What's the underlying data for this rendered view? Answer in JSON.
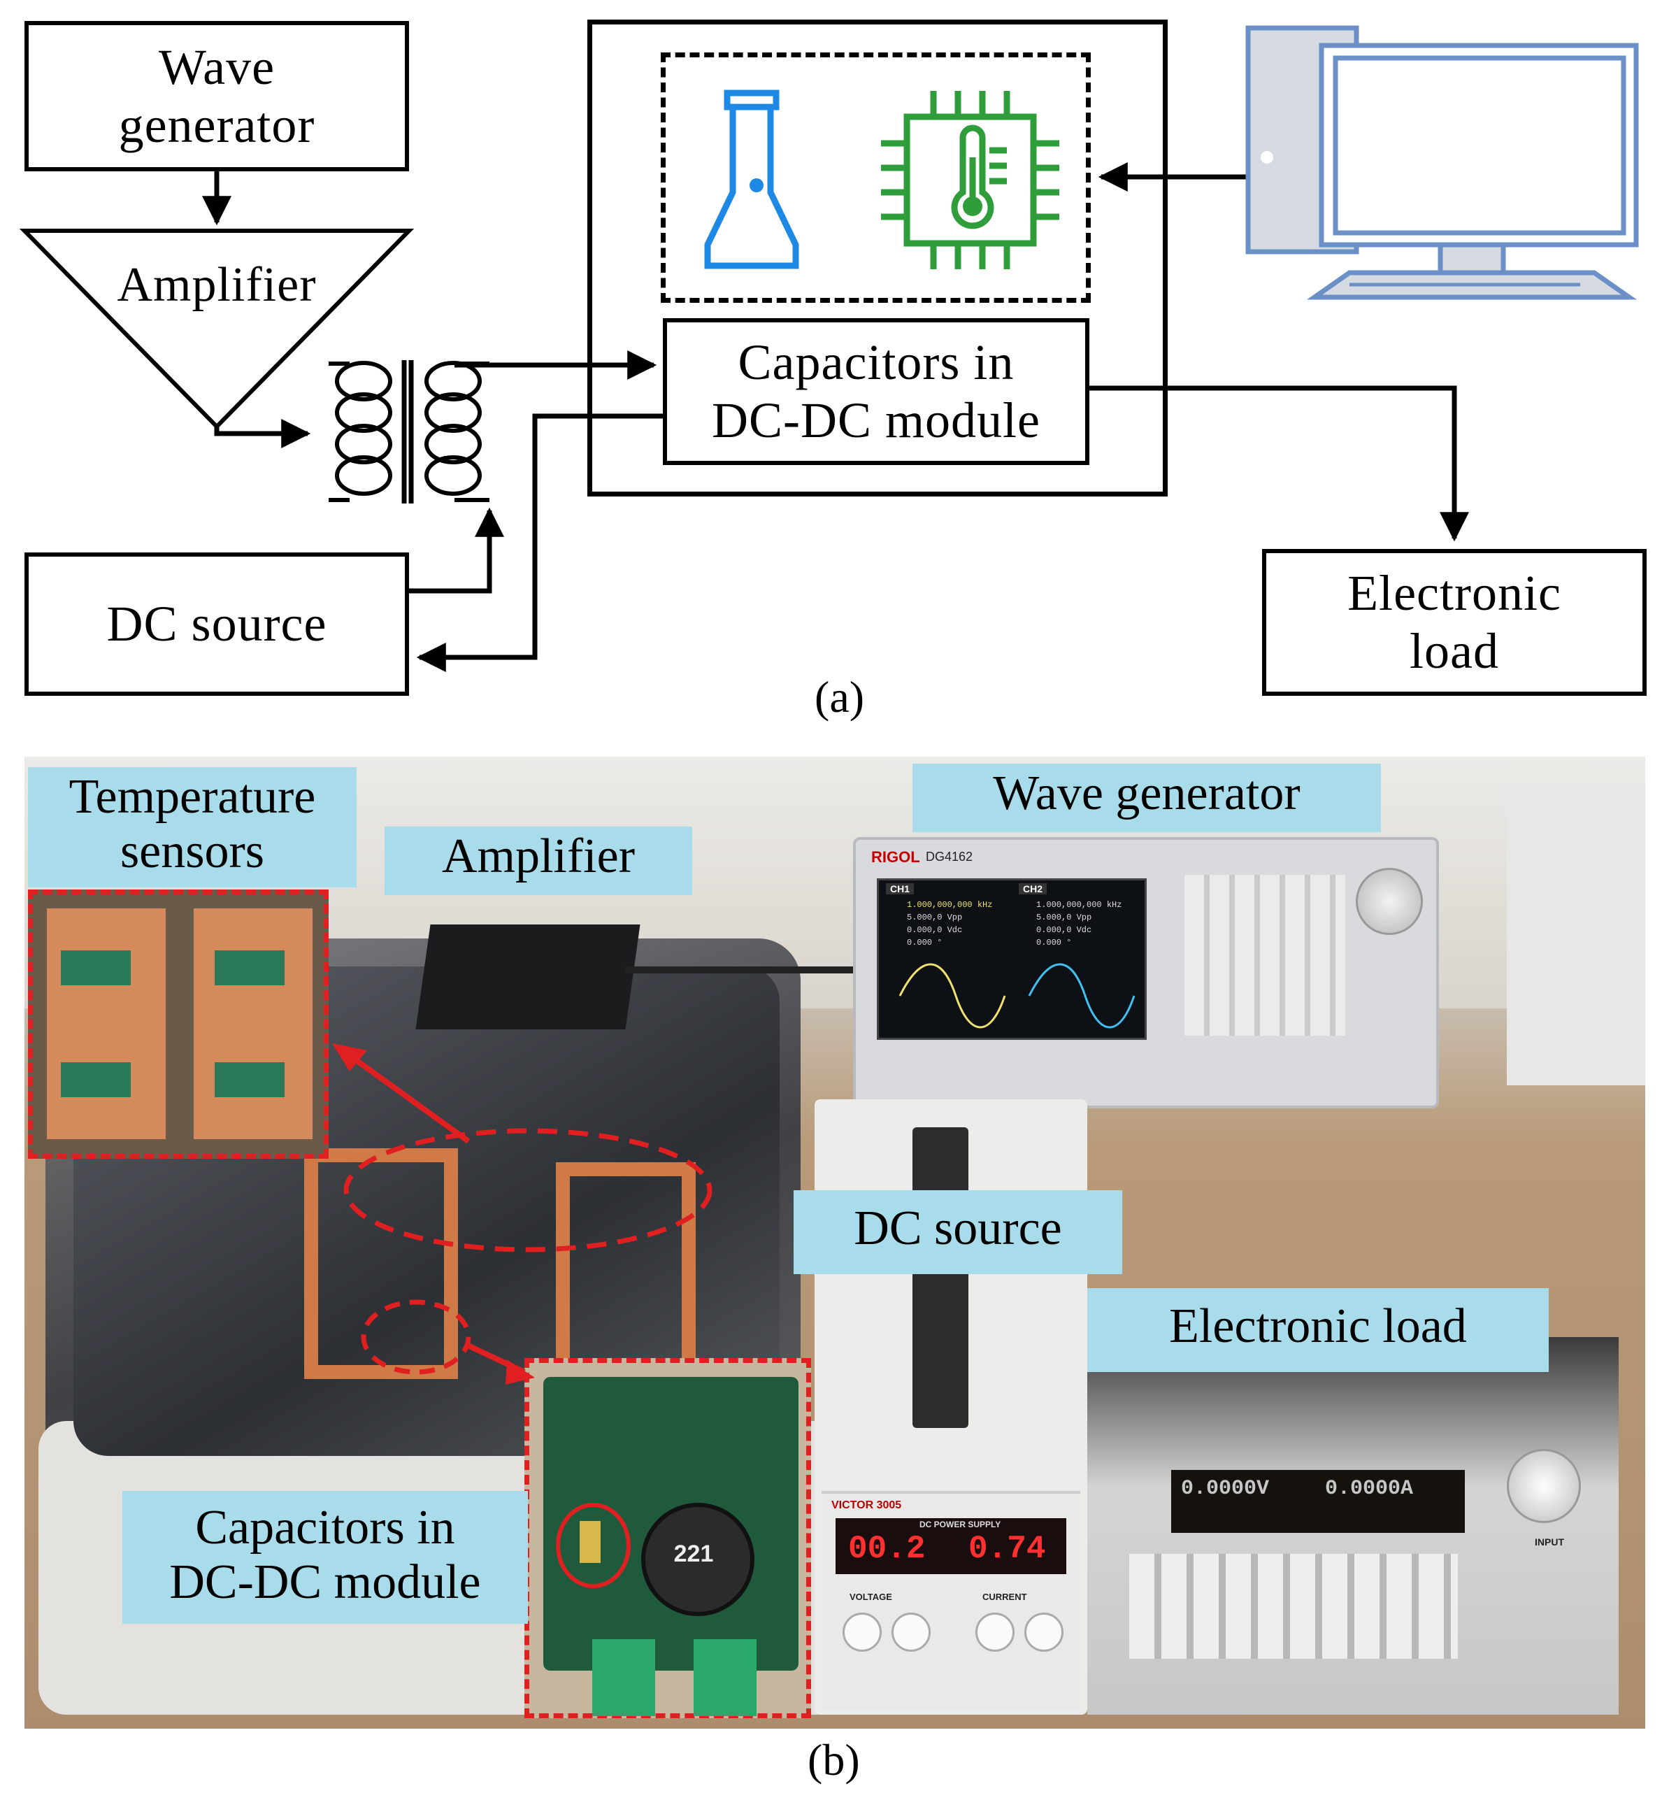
{
  "figure": {
    "panel_a": {
      "caption": "(a)",
      "wave_generator": "Wave\ngenerator",
      "amplifier": "Amplifier",
      "dc_source": "DC source",
      "capacitors_module": "Capacitors in\nDC-DC module",
      "electronic_load": "Electronic\nload",
      "icons": [
        "flashlight-icon",
        "chip-thermometer-icon",
        "desktop-computer-icon",
        "transformer-coil-icon"
      ]
    },
    "panel_b": {
      "caption": "(b)",
      "labels": {
        "temperature_sensors": "Temperature\nsensors",
        "amplifier": "Amplifier",
        "wave_generator": "Wave generator",
        "dc_source": "DC source",
        "electronic_load": "Electronic load",
        "capacitors_module": "Capacitors in\nDC-DC module"
      },
      "device_text": {
        "rigol_brand": "RIGOL",
        "rigol_model": "DG4162",
        "ch1": "CH1",
        "ch2": "CH2",
        "ch1_freq": "1.000,000,000 kHz",
        "ch1_amp": "5.000,0 Vpp",
        "ch1_offset": "0.000,0 Vdc",
        "ch1_phase": "0.000 °",
        "ch2_freq": "1.000,000,000 kHz",
        "ch2_amp": "5.000,0 Vpp",
        "ch2_offset": "0.000,0 Vdc",
        "ch2_phase": "0.000 °",
        "psu_brand": "VICTOR 3005",
        "psu_title": "DC POWER SUPPLY",
        "psu_voltage": "00.2",
        "psu_current": "0.74",
        "psu_voltage_label": "VOLTAGE",
        "psu_current_label": "CURRENT",
        "load_display_1": "0.0000V",
        "load_display_2": "0.0000A",
        "load_input": "INPUT",
        "inductor_code": "221"
      }
    },
    "colors": {
      "flashlight": "#1e88e5",
      "chip": "#2e9d3a",
      "computer": "#6b8fc7",
      "tag_bg": "#a8dcea",
      "dashed_red": "#e02020"
    }
  }
}
